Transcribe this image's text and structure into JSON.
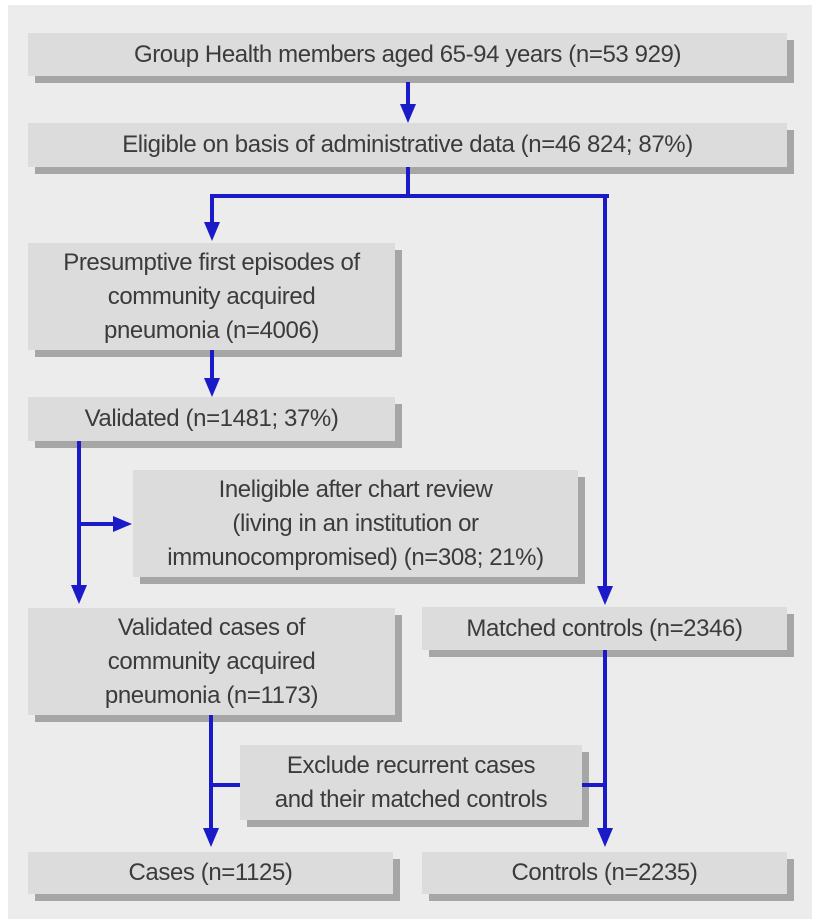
{
  "diagram": {
    "kind": "study-flow-diagram",
    "colors": {
      "panel_bg": "#ececec",
      "box_bg": "#dcdcdc",
      "box_shadow": "#a6a6a6",
      "arrow": "#1a1ac8",
      "text": "#3b3b3b"
    },
    "boxes": {
      "members": {
        "text": "Group Health members aged 65-94 years (n=53 929)"
      },
      "eligible": {
        "text": "Eligible on basis of administrative data (n=46 824; 87%)"
      },
      "presumptive": {
        "lines": [
          "Presumptive first episodes of",
          "community acquired",
          "pneumonia (n=4006)"
        ]
      },
      "validated": {
        "text": "Validated (n=1481; 37%)"
      },
      "ineligible": {
        "lines": [
          "Ineligible after chart review",
          "(living in an institution or",
          "immunocompromised) (n=308; 21%)"
        ]
      },
      "validated_cases": {
        "lines": [
          "Validated cases of",
          "community acquired",
          "pneumonia (n=1173)"
        ]
      },
      "matched_controls": {
        "text": "Matched controls (n=2346)"
      },
      "exclude": {
        "lines": [
          "Exclude recurrent cases",
          "and their matched controls"
        ]
      },
      "cases": {
        "text": "Cases (n=1125)"
      },
      "controls": {
        "text": "Controls (n=2235)"
      }
    }
  }
}
